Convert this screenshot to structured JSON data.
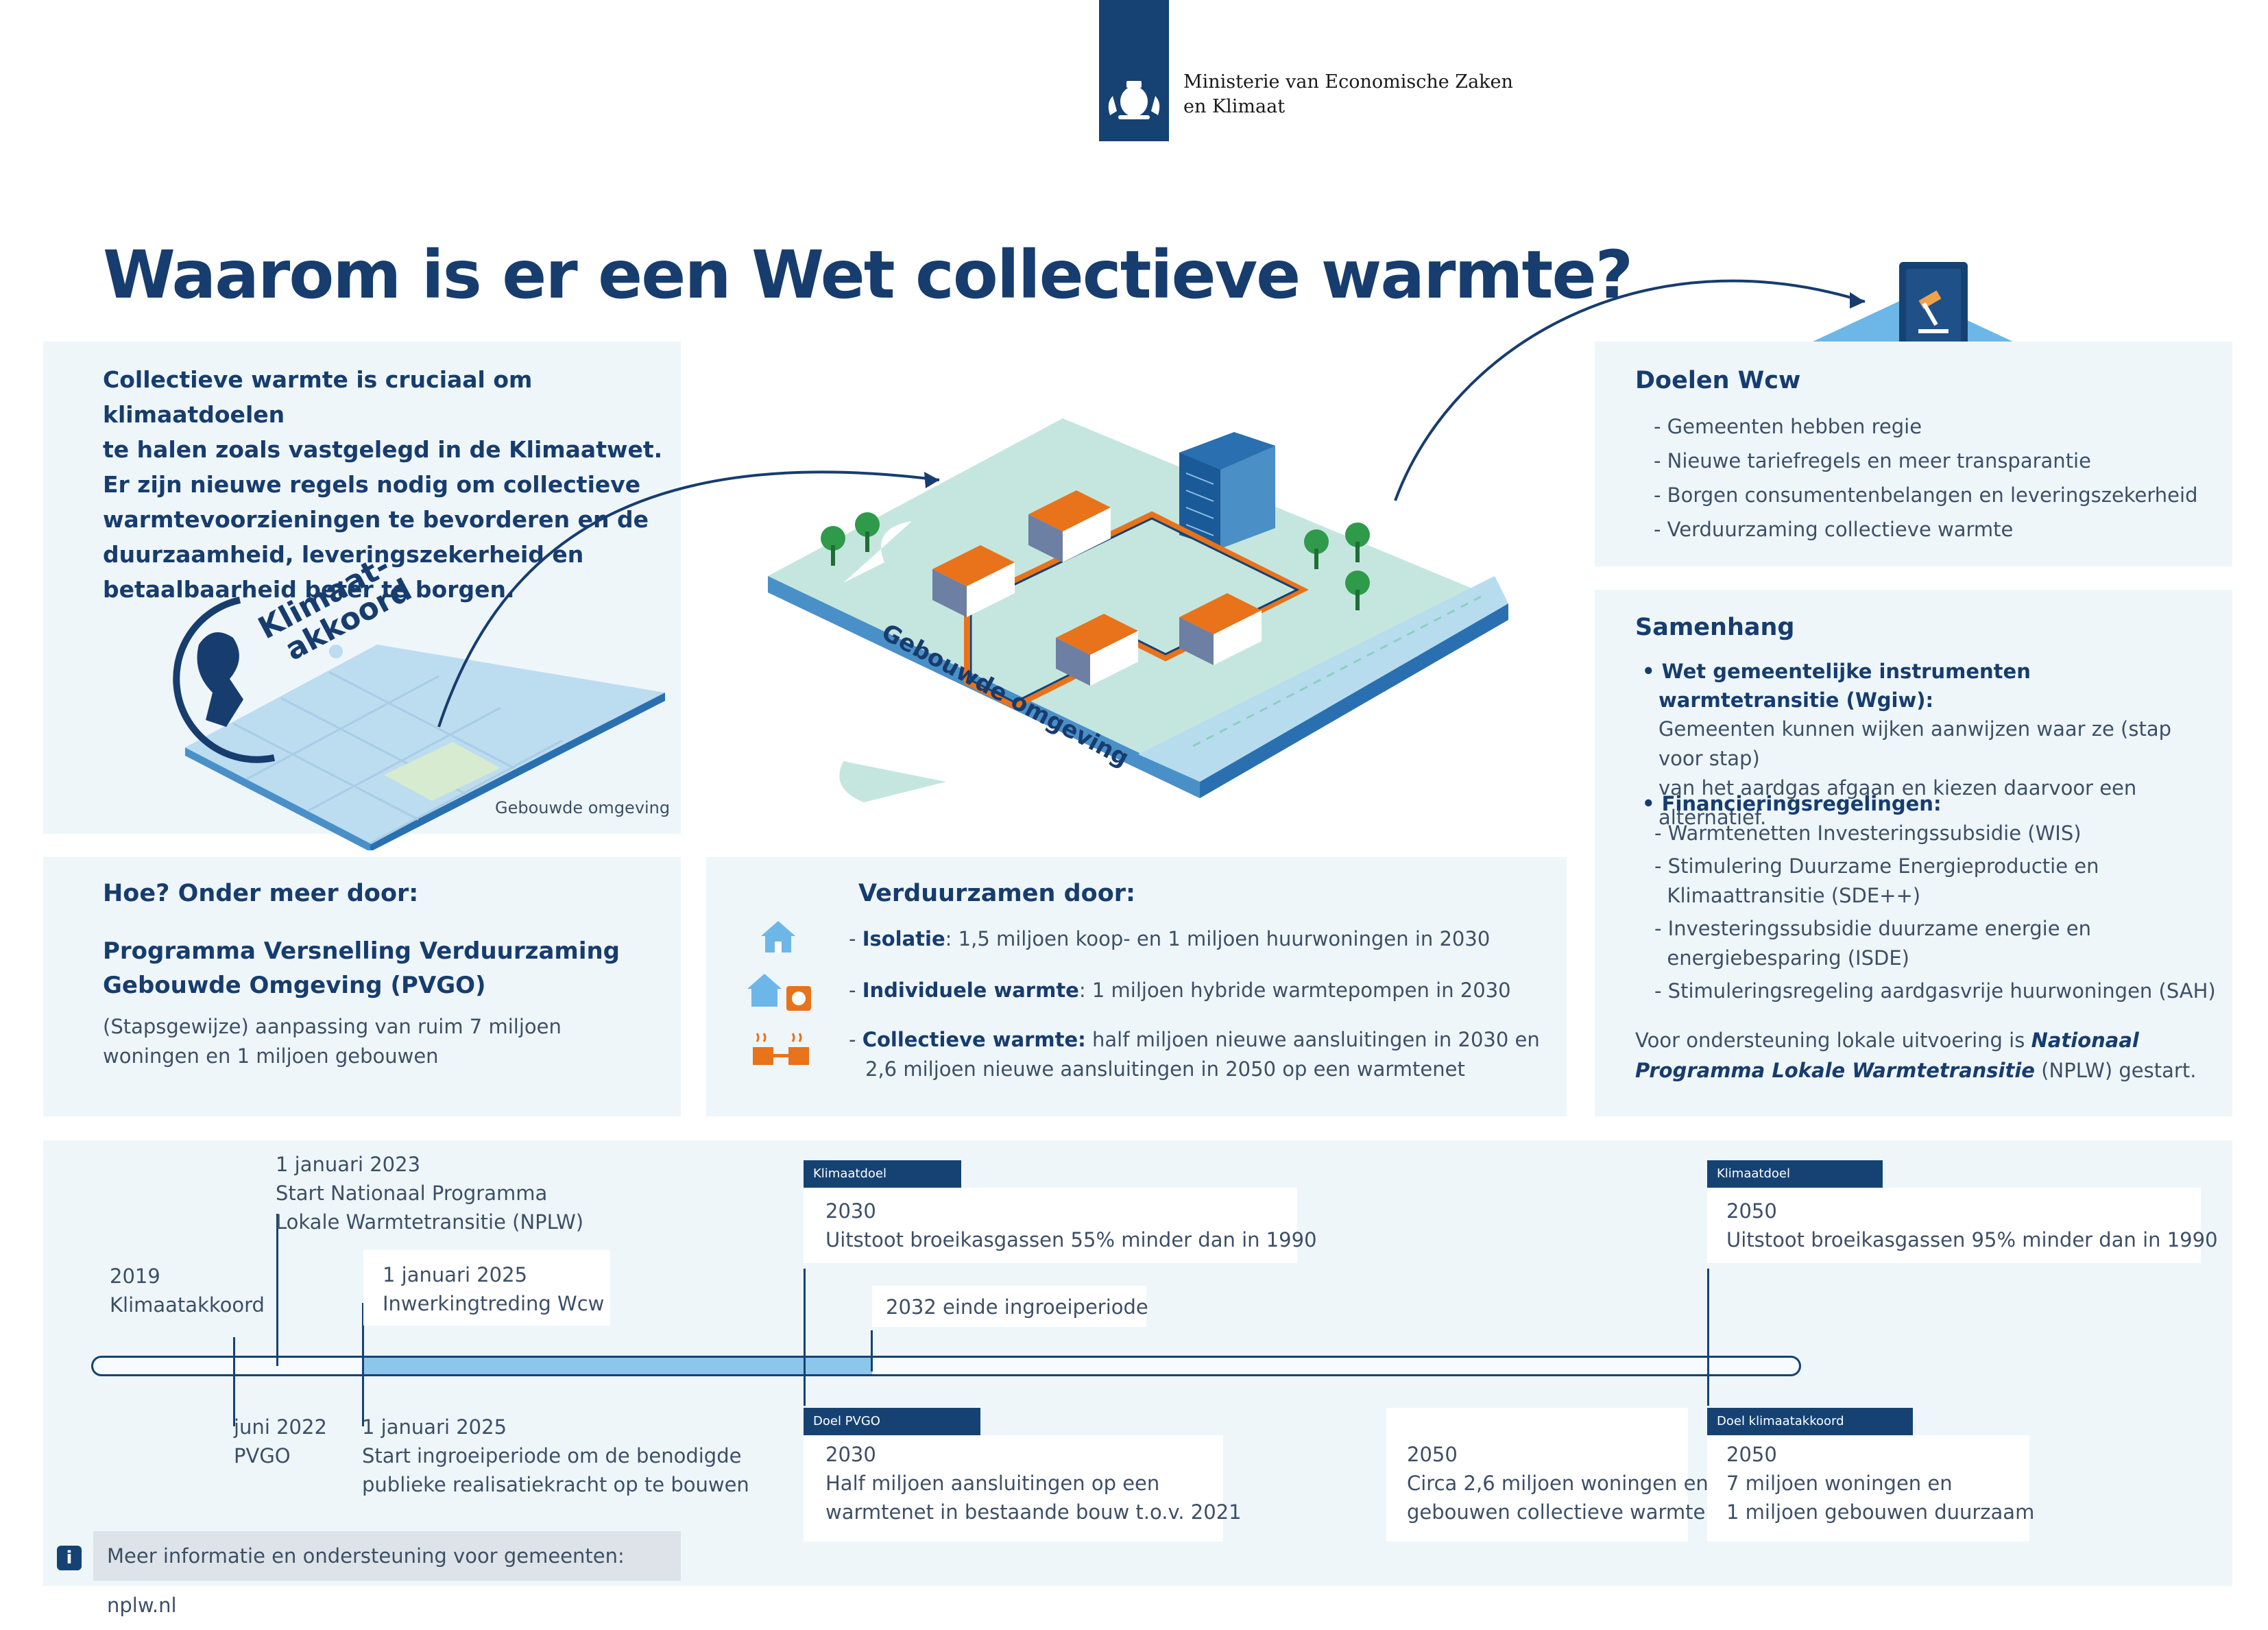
{
  "header": {
    "ministry_line1": "Ministerie van Economische Zaken",
    "ministry_line2": "en Klimaat"
  },
  "title": "Waarom is er een Wet collectieve warmte?",
  "intro": {
    "lines": [
      "Collectieve warmte is cruciaal om klimaatdoelen",
      "te halen zoals vastgelegd in de Klimaatwet.",
      "Er zijn nieuwe regels nodig om collectieve",
      "warmtevoorzieningen te bevorderen en de",
      "duurzaamheid, leveringszekerheid en",
      "betaalbaarheid beter te borgen."
    ],
    "klimaat_label_line1": "Klimaat-",
    "klimaat_label_line2": "akkoord",
    "puzzle_caption": "Gebouwde omgeving"
  },
  "central_illustration": {
    "label": "Gebouwde omgeving"
  },
  "doelen": {
    "heading": "Doelen Wcw",
    "items": [
      "- Gemeenten hebben regie",
      "- Nieuwe tariefregels en meer transparantie",
      "- Borgen consumentenbelangen en leveringszekerheid",
      "- Verduurzaming collectieve warmte"
    ]
  },
  "samenhang": {
    "heading": "Samenhang",
    "wgiw_title_line1": "Wet gemeentelijke instrumenten",
    "wgiw_title_line2": "warmtetransitie (Wgiw):",
    "wgiw_body_line1": "Gemeenten kunnen wijken aanwijzen waar ze (stap voor stap)",
    "wgiw_body_line2": "van het aardgas afgaan en kiezen daarvoor een alternatief.",
    "fin_title": "Financieringsregelingen:",
    "fin_items": [
      "- Warmtenetten Investeringssubsidie (WIS)",
      "- Stimulering Duurzame Energieproductie en",
      "  Klimaattransitie (SDE++)",
      "- Investeringssubsidie duurzame energie en",
      "  energiebesparing (ISDE)",
      "- Stimuleringsregeling aardgasvrije huurwoningen (SAH)"
    ],
    "footer_pre": "Voor ondersteuning lokale uitvoering is ",
    "footer_em1": "Nationaal",
    "footer_em2": "Programma Lokale Warmtetransitie",
    "footer_post": " (NPLW) gestart."
  },
  "hoe": {
    "heading": "Hoe? Onder meer door:",
    "program_line1": "Programma Versnelling Verduurzaming",
    "program_line2": "Gebouwde Omgeving  (PVGO)",
    "body_line1": "(Stapsgewijze) aanpassing van ruim  7 miljoen",
    "body_line2": "woningen en  1 miljoen gebouwen"
  },
  "verduurzamen": {
    "heading": "Verduurzamen door:",
    "isolatie_label": "Isolatie",
    "isolatie_text": ": 1,5 miljoen koop- en 1 miljoen huurwoningen in 2030",
    "individueel_label": "Individuele warmte",
    "individueel_text": ": 1 miljoen hybride warmtepompen in 2030",
    "collectief_label": "Collectieve warmte:",
    "collectief_text1": " half miljoen nieuwe aansluitingen in 2030 en",
    "collectief_text2": "2,6 miljoen nieuwe aansluitingen in 2050 op een warmtenet",
    "dash": "- "
  },
  "timeline": {
    "e2019_year": "2019",
    "e2019_text": "Klimaatakkoord",
    "e2023_line1": "1 januari 2023",
    "e2023_line2": "Start Nationaal Programma",
    "e2023_line3": "Lokale Warmtetransitie (NPLW)",
    "e2025top_line1": "1 januari 2025",
    "e2025top_line2": "Inwerkingtreding Wcw",
    "klimaatdoel_tag": "Klimaatdoel",
    "k2030_year": "2030",
    "k2030_text": "Uitstoot broeikasgassen 55% minder dan in 1990",
    "ingroei_end": "2032 einde ingroeiperiode",
    "k2050_year": "2050",
    "k2050_text": "Uitstoot broeikasgassen 95% minder dan in 1990",
    "e2022_line1": "juni 2022",
    "e2022_line2": "PVGO",
    "e2025bot_line1": "1 januari 2025",
    "e2025bot_line2": "Start ingroeiperiode om de benodigde",
    "e2025bot_line3": "publieke realisatiekracht op te bouwen",
    "pvgo_tag": "Doel PVGO",
    "p2030_year": "2030",
    "p2030_line1": "Half miljoen aansluitingen op een",
    "p2030_line2": "warmtenet in bestaande bouw t.o.v. 2021",
    "c2050_year": "2050",
    "c2050_line1": "Circa 2,6 miljoen woningen en",
    "c2050_line2": "gebouwen collectieve warmte",
    "ka_tag": "Doel klimaatakkoord",
    "ka2050_year": "2050",
    "ka2050_line1": "7 miljoen woningen en",
    "ka2050_line2": "1 miljoen gebouwen duurzaam"
  },
  "info": {
    "icon_char": "i",
    "text": "Meer informatie  en ondersteuning voor gemeenten: nplw.nl"
  },
  "colors": {
    "navy": "#154273",
    "panel": "#eef6fa",
    "orange": "#e8731a",
    "mint": "#a8d8cc"
  }
}
